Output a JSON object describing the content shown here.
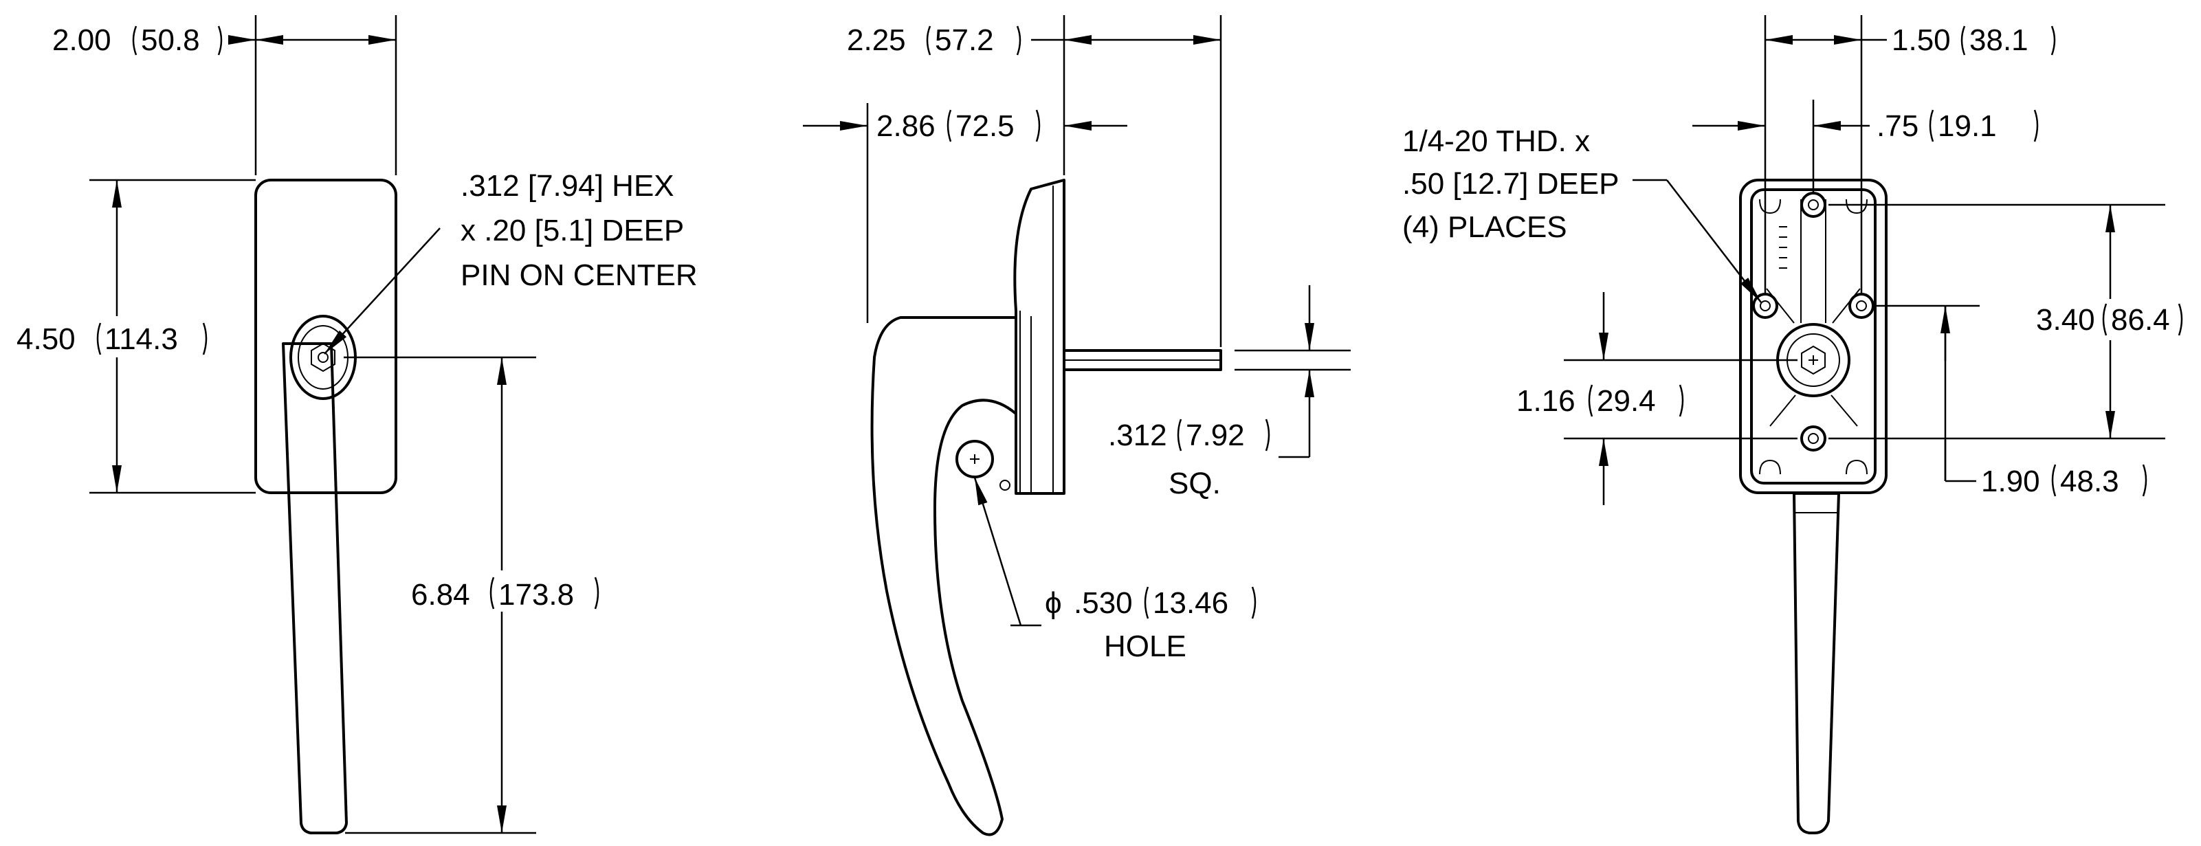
{
  "front_view": {
    "width_in": "2.00",
    "width_mm": "50.8",
    "height_in": "4.50",
    "height_mm": "114.3",
    "handle_in": "6.84",
    "handle_mm": "173.8",
    "hex_note": [
      ".312 [7.94] HEX",
      "x .20 [5.1] DEEP",
      "PIN ON CENTER"
    ]
  },
  "side_view": {
    "depth_in": "2.25",
    "depth_mm": "57.2",
    "overall_in": "2.86",
    "overall_mm": "72.5",
    "square_in": ".312",
    "square_mm": "7.92",
    "square_label": "SQ.",
    "hole_diameter_symbol": "ϕ",
    "hole_in": ".530",
    "hole_mm": "13.46",
    "hole_label": "HOLE"
  },
  "rear_view": {
    "hole_spacing_in": "1.50",
    "hole_spacing_mm": "38.1",
    "offset_in": ".75",
    "offset_mm": "19.1",
    "thread_note": [
      "1/4-20 THD. x",
      ".50 [12.7] DEEP",
      "(4) PLACES"
    ],
    "vertical_spacing_in": "3.40",
    "vertical_spacing_mm": "86.4",
    "center_in": "1.16",
    "center_mm": "29.4",
    "lower_in": "1.90",
    "lower_mm": "48.3"
  }
}
